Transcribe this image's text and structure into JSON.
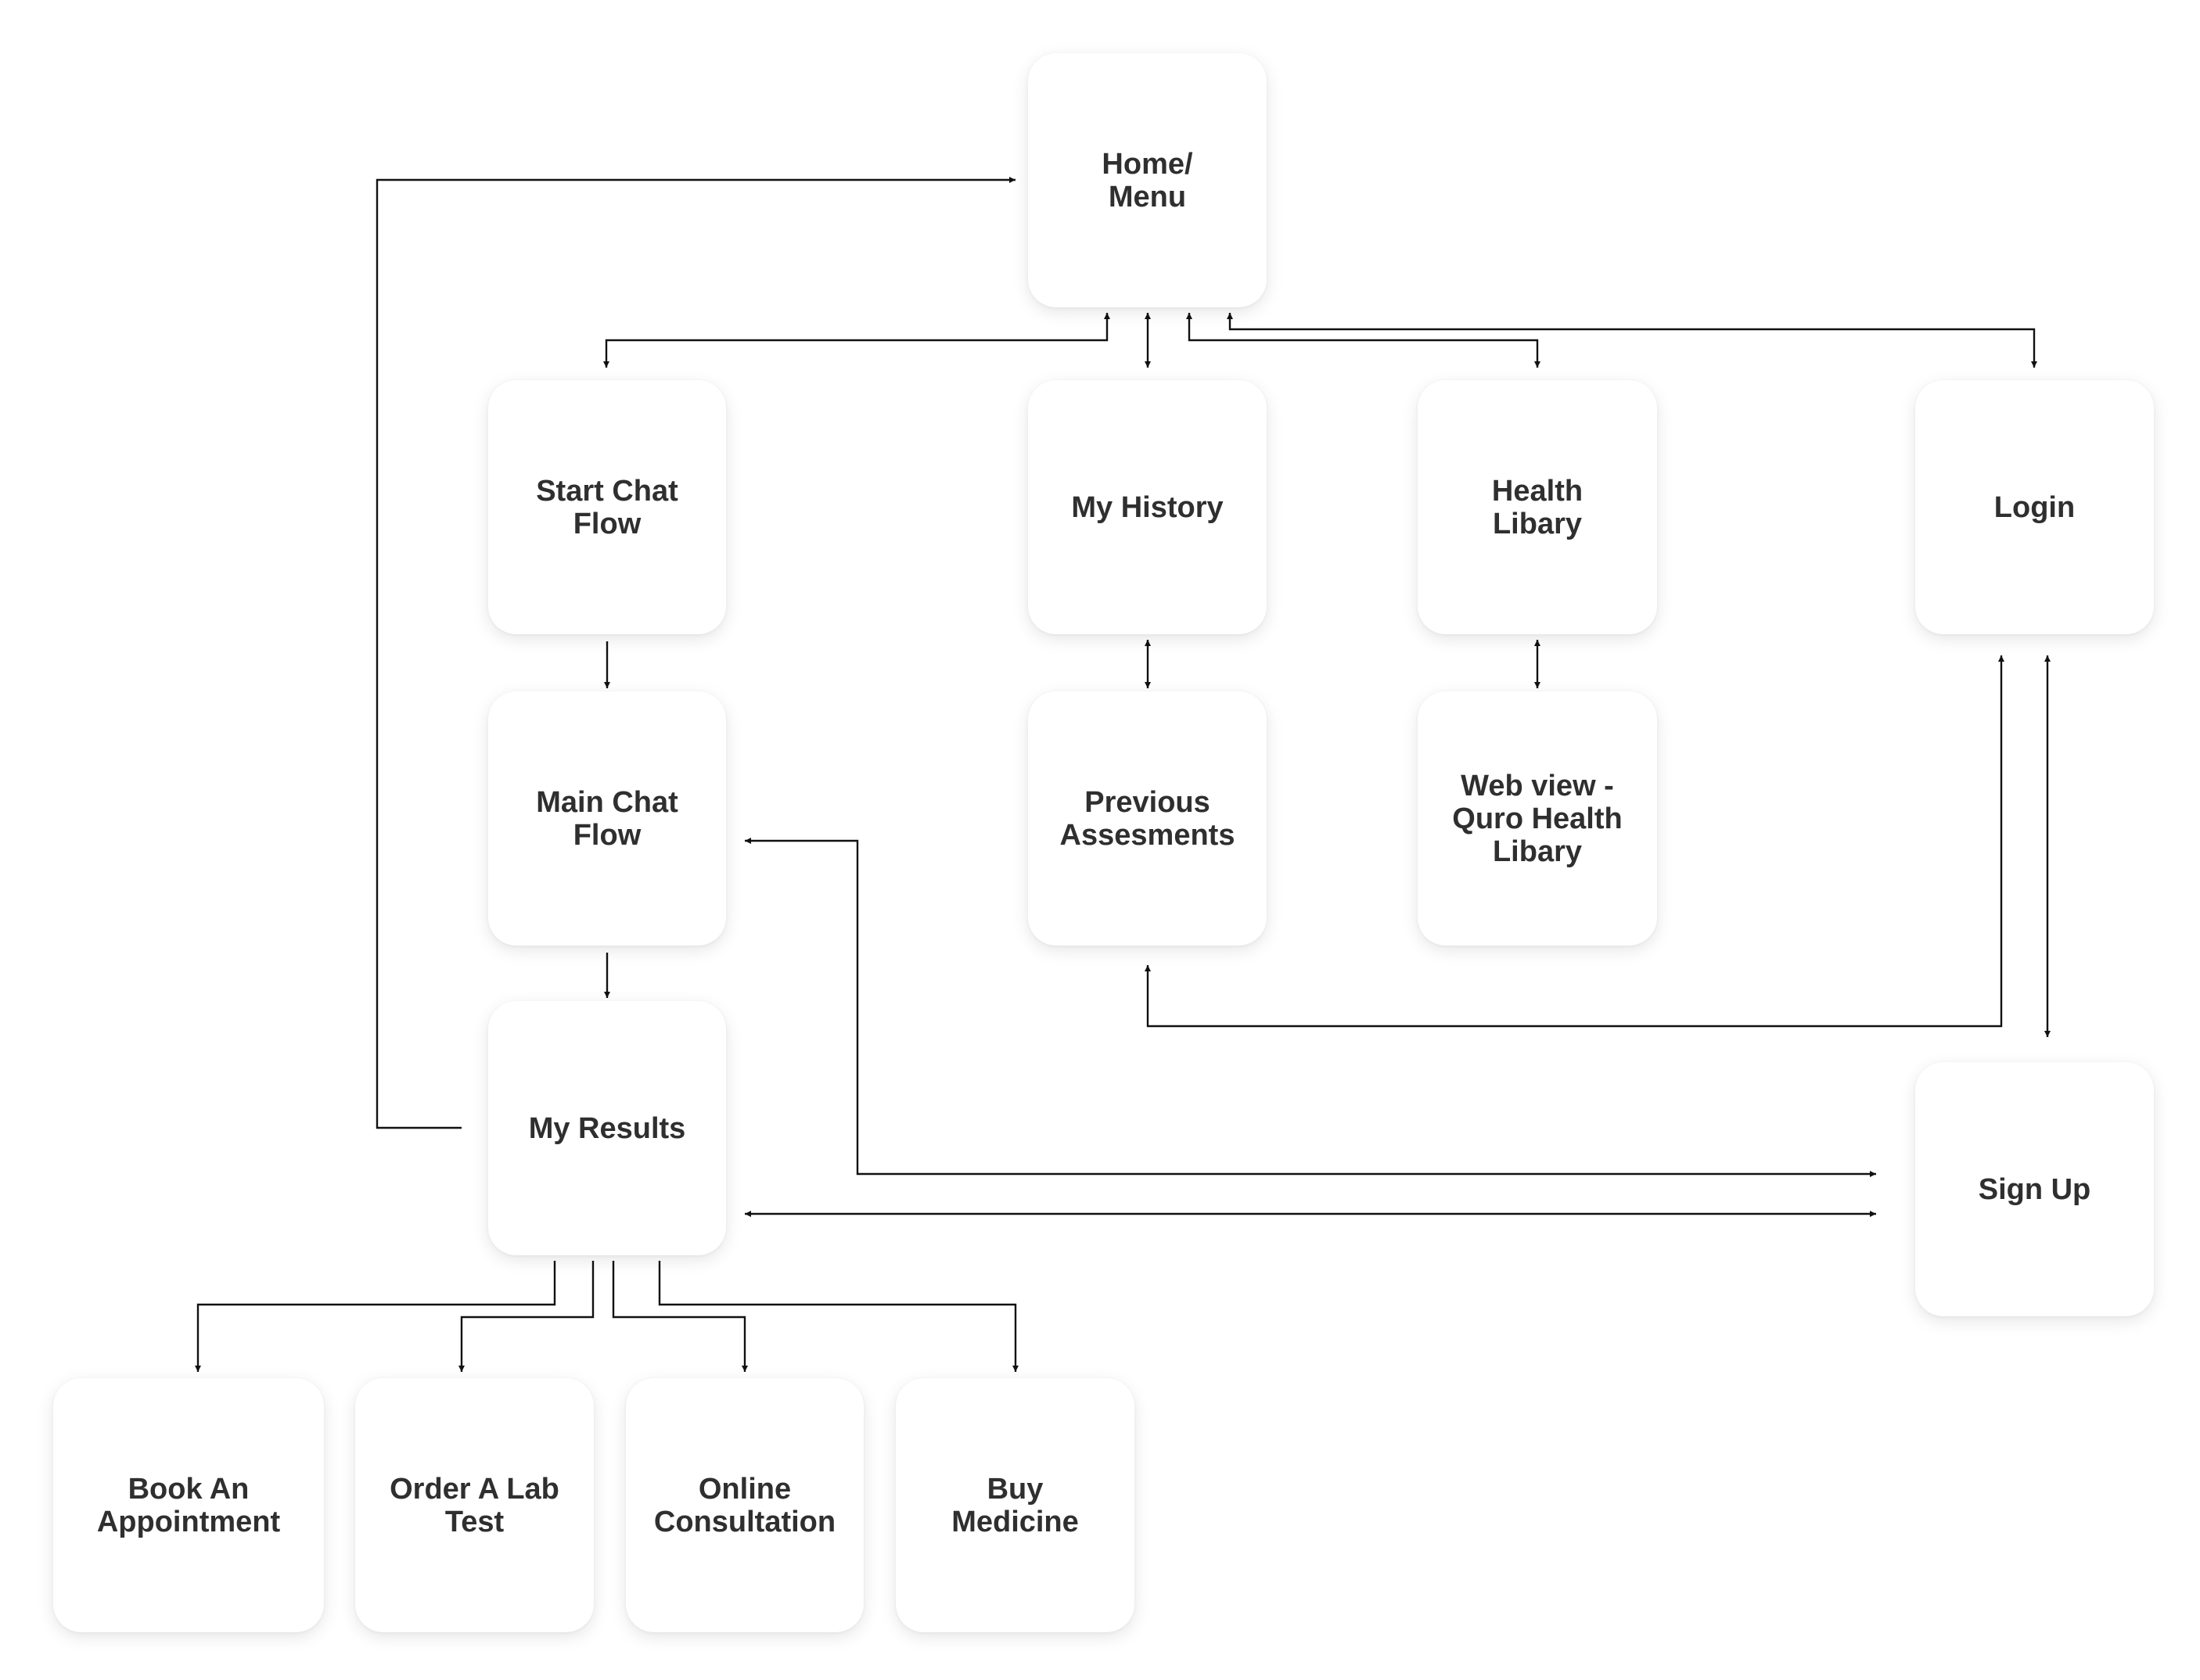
{
  "nodes": {
    "home_menu": "Home/\nMenu",
    "start_chat_flow": "Start Chat\nFlow",
    "my_history": "My History",
    "health_libary": "Health\nLibary",
    "login": "Login",
    "main_chat_flow": "Main Chat\nFlow",
    "previous_assesments": "Previous\nAssesments",
    "web_view_libary": "Web view -\nQuro Health\nLibary",
    "my_results": "My Results",
    "sign_up": "Sign Up",
    "book_appointment": "Book An\nAppointment",
    "order_lab_test": "Order A Lab\nTest",
    "online_consultation": "Online\nConsultation",
    "buy_medicine": "Buy\nMedicine"
  },
  "colors": {
    "node_text": "#2f2f2f",
    "edge": "#111111"
  }
}
